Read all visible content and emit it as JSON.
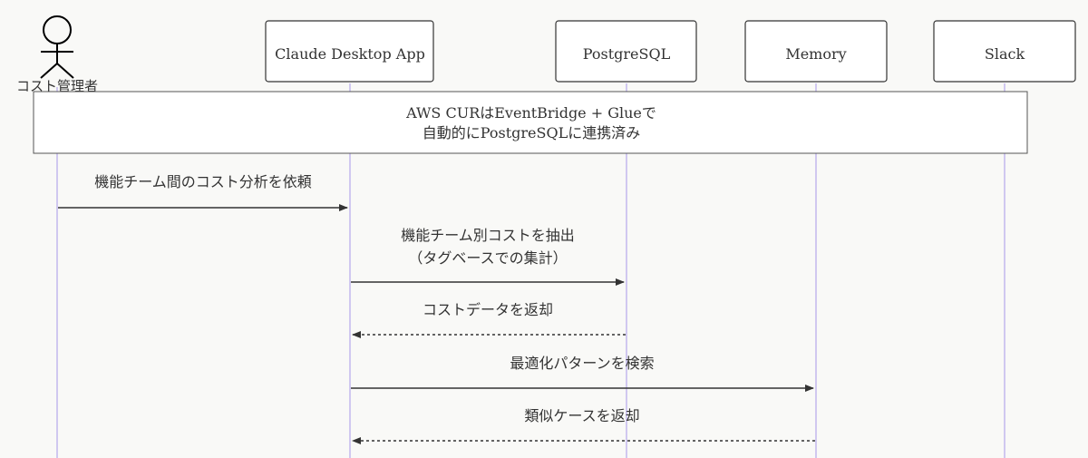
{
  "actor": {
    "label": "コスト管理者"
  },
  "participants": [
    {
      "id": "claude",
      "label": "Claude Desktop App"
    },
    {
      "id": "pg",
      "label": "PostgreSQL"
    },
    {
      "id": "memory",
      "label": "Memory"
    },
    {
      "id": "slack",
      "label": "Slack"
    }
  ],
  "note": {
    "line1": "AWS CURはEventBridge + Glueで",
    "line2": "自動的にPostgreSQLに連携済み"
  },
  "messages": [
    {
      "from": "actor",
      "to": "claude",
      "lines": [
        "機能チーム間のコスト分析を依頼"
      ],
      "style": "solid"
    },
    {
      "from": "claude",
      "to": "pg",
      "lines": [
        "機能チーム別コストを抽出",
        "（タグベースでの集計）"
      ],
      "style": "solid"
    },
    {
      "from": "pg",
      "to": "claude",
      "lines": [
        "コストデータを返却"
      ],
      "style": "dashed"
    },
    {
      "from": "claude",
      "to": "memory",
      "lines": [
        "最適化パターンを検索"
      ],
      "style": "solid"
    },
    {
      "from": "memory",
      "to": "claude",
      "lines": [
        "類似ケースを返却"
      ],
      "style": "dashed"
    }
  ]
}
